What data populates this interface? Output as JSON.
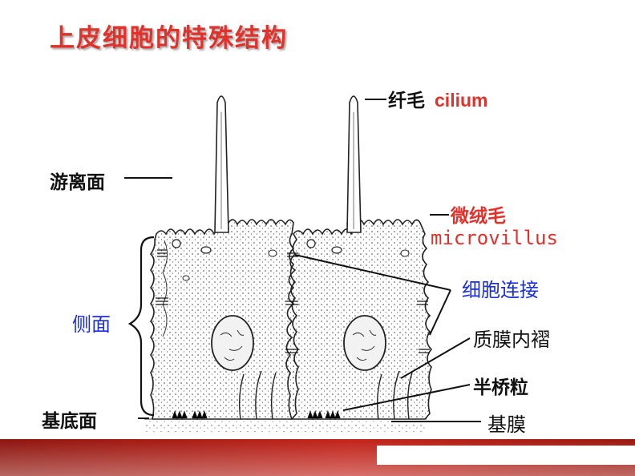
{
  "page": {
    "title": "上皮细胞的特殊结构"
  },
  "labels": {
    "cilium_cn": "纤毛",
    "cilium_en": "cilium",
    "apical": "游离面",
    "microvillus_cn": "微绒毛",
    "microvillus_en": "microvillus",
    "lateral": "侧面",
    "cell_junction": "细胞连接",
    "infolding": "质膜内褶",
    "hemidesmosome": "半桥粒",
    "basal": "基底面",
    "basement_membrane": "基膜"
  },
  "colors": {
    "title": "#e0322b",
    "accent_red": "#e0322b",
    "accent_blue": "#1a2fd8",
    "text": "#111111",
    "footer": "#a11b12"
  }
}
